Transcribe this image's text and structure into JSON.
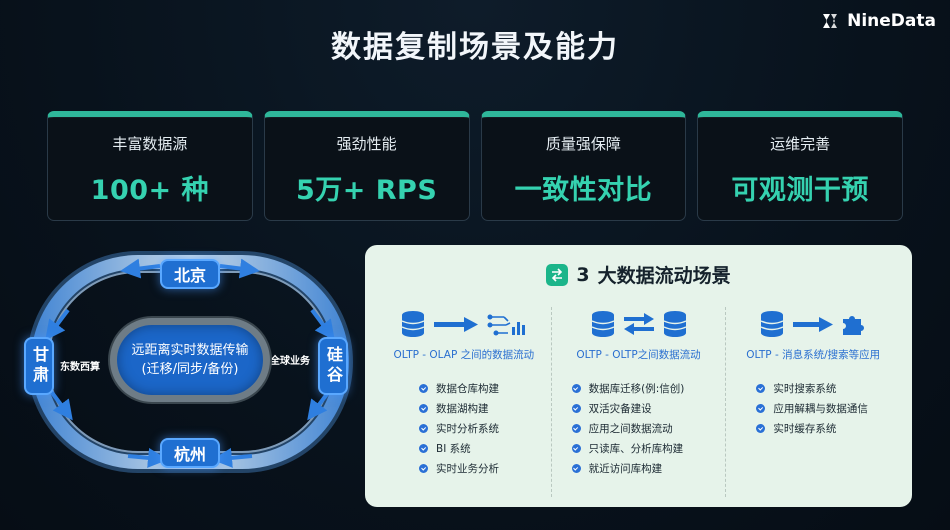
{
  "brand": {
    "name": "NineData"
  },
  "title": "数据复制场景及能力",
  "cards": [
    {
      "label": "丰富数据源",
      "value": "100+ 种"
    },
    {
      "label": "强劲性能",
      "value": "5万+ RPS"
    },
    {
      "label": "质量强保障",
      "value": "一致性对比"
    },
    {
      "label": "运维完善",
      "value": "可观测干预"
    }
  ],
  "ring": {
    "center_line1": "远距离实时数据传输",
    "center_line2": "(迁移/同步/备份)",
    "nodes": {
      "top": "北京",
      "bottom": "杭州",
      "left": "甘肃",
      "right": "硅谷"
    },
    "left_label": "东数西算",
    "right_label": "全球业务"
  },
  "panel": {
    "number": "3",
    "title": "大数据流动场景",
    "columns": [
      {
        "subtitle": "OLTP - OLAP 之间的数据流动",
        "icons": [
          "database-icon",
          "arrow-right-icon",
          "analytics-icon"
        ],
        "items": [
          "数据仓库构建",
          "数据湖构建",
          "实时分析系统",
          "BI 系统",
          "实时业务分析"
        ]
      },
      {
        "subtitle": "OLTP - OLTP之间数据流动",
        "icons": [
          "database-icon",
          "swap-arrows-icon",
          "database-icon"
        ],
        "items": [
          "数据库迁移(例:信创)",
          "双活灾备建设",
          "应用之间数据流动",
          "只读库、分析库构建",
          "就近访问库构建"
        ]
      },
      {
        "subtitle": "OLTP - 消息系统/搜索等应用",
        "icons": [
          "database-icon",
          "arrow-right-icon",
          "puzzle-icon"
        ],
        "items": [
          "实时搜索系统",
          "应用解耦与数据通信",
          "实时缓存系统"
        ]
      }
    ]
  },
  "colors": {
    "accent": "#35d2b0",
    "card_top": "#2fb79a",
    "blue": "#1f6fd1",
    "panel_bg": "#e6f3ea"
  }
}
